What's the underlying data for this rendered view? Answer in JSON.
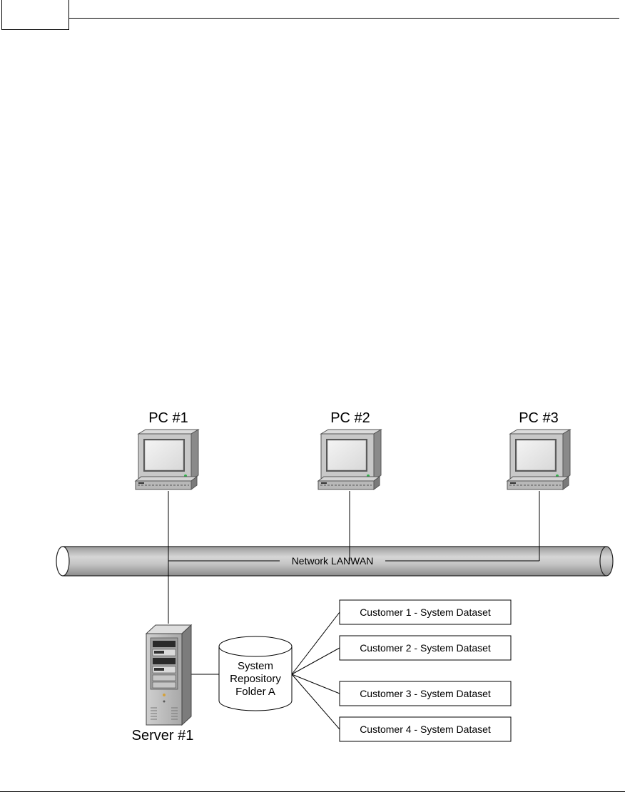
{
  "diagram": {
    "pcs": [
      {
        "label": "PC #1"
      },
      {
        "label": "PC #2"
      },
      {
        "label": "PC #3"
      }
    ],
    "network": {
      "label": "Network LANWAN"
    },
    "server": {
      "label": "Server #1"
    },
    "repository": {
      "line1": "System",
      "line2": "Repository",
      "line3": "Folder A"
    },
    "datasets": [
      {
        "label": "Customer 1 - System Dataset"
      },
      {
        "label": "Customer 2 - System Dataset"
      },
      {
        "label": "Customer 3 - System Dataset"
      },
      {
        "label": "Customer 4 - System Dataset"
      }
    ]
  }
}
